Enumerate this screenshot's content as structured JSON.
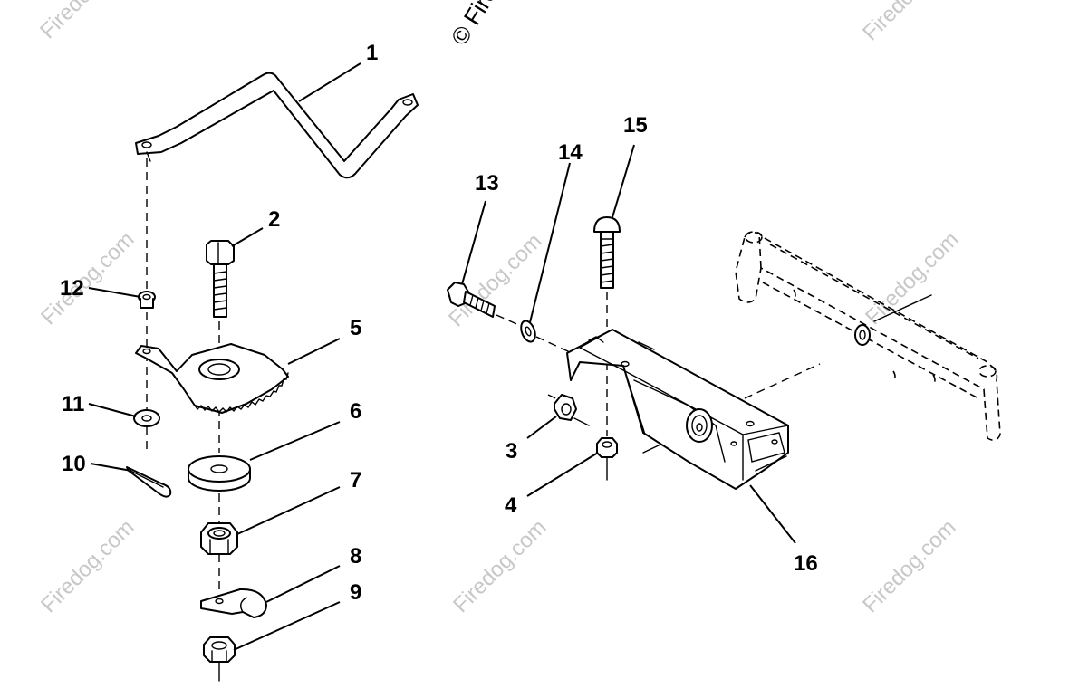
{
  "watermark": {
    "site": "Firedog.com",
    "copyright": "© Firedog.com"
  },
  "callouts": [
    "1",
    "2",
    "3",
    "4",
    "5",
    "6",
    "7",
    "8",
    "9",
    "10",
    "11",
    "12",
    "13",
    "14",
    "15",
    "16"
  ],
  "colors": {
    "line": "#000000",
    "background": "#ffffff",
    "watermark": "#c8c8c8"
  }
}
